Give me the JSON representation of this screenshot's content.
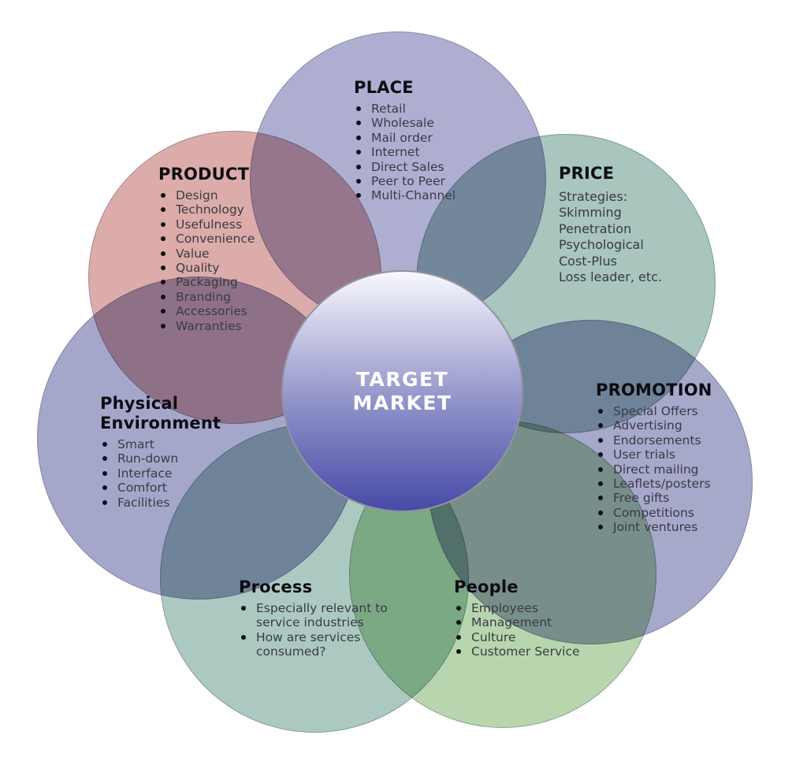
{
  "diagram": {
    "name": "Marketing Mix 7Ps",
    "background": "#ffffff",
    "center": {
      "label_line1": "TARGET",
      "label_line2": "MARKET",
      "text_color": "#ffffff",
      "gradient_top": "#f8f8fd",
      "gradient_mid": "#9597cb",
      "gradient_bottom": "#474aa6",
      "border_color": "#94929f"
    },
    "sections": [
      {
        "id": "place",
        "title": "PLACE",
        "color": "#aeafd0",
        "bullets": true,
        "items": [
          "Retail",
          "Wholesale",
          "Mail order",
          "Internet",
          "Direct Sales",
          "Peer to Peer",
          "Multi-Channel"
        ]
      },
      {
        "id": "price",
        "title": "PRICE",
        "color": "#a8c5be",
        "bullets": false,
        "items": [
          "Strategies:",
          "Skimming",
          "Penetration",
          "Psychological",
          "Cost-Plus",
          "Loss leader, etc."
        ]
      },
      {
        "id": "promotion",
        "title": "PROMOTION",
        "color": "#a7a9cb",
        "bullets": true,
        "items": [
          "Special Offers",
          "Advertising",
          "Endorsements",
          "User trials",
          "Direct mailing",
          "Leaflets/posters",
          "Free gifts",
          "Competitions",
          "Joint ventures"
        ]
      },
      {
        "id": "people",
        "title": "People",
        "color": "#b7d6ad",
        "bullets": true,
        "items": [
          "Employees",
          "Management",
          "Culture",
          "Customer Service"
        ]
      },
      {
        "id": "process",
        "title": "Process",
        "color": "#abc9c1",
        "bullets": true,
        "items": [
          "Especially relevant to service industries",
          "How are services consumed?"
        ]
      },
      {
        "id": "physical-environment",
        "title": "Physical Environment",
        "color": "#a5a7ca",
        "bullets": true,
        "items": [
          "Smart",
          "Run-down",
          "Interface",
          "Comfort",
          "Facilities"
        ]
      },
      {
        "id": "product",
        "title": "PRODUCT",
        "color": "#dcacab",
        "bullets": true,
        "items": [
          "Design",
          "Technology",
          "Usefulness",
          "Convenience",
          "Value",
          "Quality",
          "Packaging",
          "Branding",
          "Accessories",
          "Warranties"
        ]
      }
    ]
  }
}
